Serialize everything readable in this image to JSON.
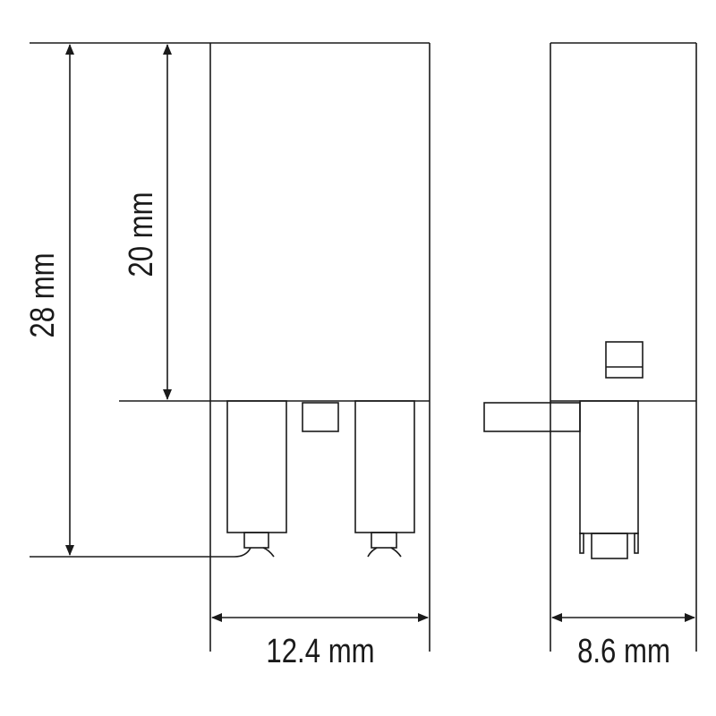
{
  "dimensions": {
    "height_total": "28 mm",
    "height_body": "20 mm",
    "width_front": "12.4 mm",
    "width_side": "8.6 mm"
  },
  "colors": {
    "line": "#1a1a1a",
    "background": "#ffffff"
  }
}
